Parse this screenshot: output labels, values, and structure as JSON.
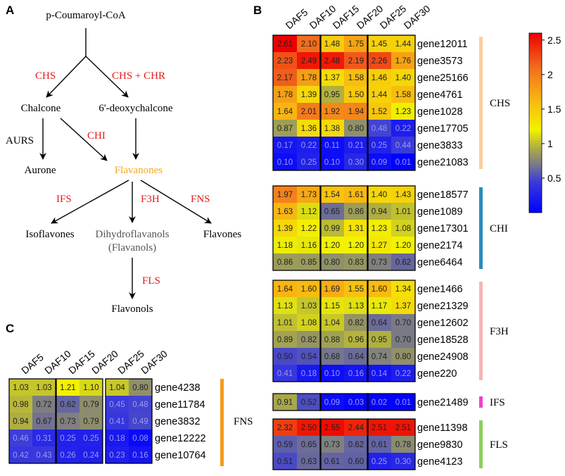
{
  "panel_labels": {
    "a": "A",
    "b": "B",
    "c": "C"
  },
  "pathway": {
    "nodes": {
      "coa": "p-Coumaroyl-CoA",
      "chalcone": "Chalcone",
      "deoxy": "6'-deoxychalcone",
      "aurone": "Aurone",
      "flavanones": "Flavanones",
      "isoflavones": "Isoflavones",
      "dihydro1": "Dihydroflavanols",
      "dihydro2": "(Flavanols)",
      "flavones": "Flavones",
      "flavonols": "Flavonols"
    },
    "enzymes": {
      "chs": "CHS",
      "chschr": "CHS + CHR",
      "aurs": "AURS",
      "chi": "CHI",
      "ifs": "IFS",
      "f3h": "F3H",
      "fns": "FNS",
      "fls": "FLS"
    },
    "colors": {
      "enzyme": "#e41a1c",
      "flavanones": "#f5a623",
      "text": "#000000",
      "muted": "#555555"
    }
  },
  "heatmap_b": {
    "columns": [
      "DAF5",
      "DAF10",
      "DAF15",
      "DAF20",
      "DAF25",
      "DAF30"
    ],
    "groups": [
      {
        "name": "CHS",
        "color": "#f9cf9f",
        "rows": [
          {
            "gene": "gene12011",
            "values": [
              2.61,
              2.1,
              1.48,
              1.75,
              1.45,
              1.44
            ]
          },
          {
            "gene": "gene3573",
            "values": [
              2.23,
              2.49,
              2.48,
              2.19,
              2.26,
              1.76
            ]
          },
          {
            "gene": "gene25166",
            "values": [
              2.17,
              1.78,
              1.37,
              1.58,
              1.46,
              1.4
            ]
          },
          {
            "gene": "gene4761",
            "values": [
              1.78,
              1.39,
              0.95,
              1.5,
              1.44,
              1.58
            ]
          },
          {
            "gene": "gene1028",
            "values": [
              1.64,
              2.01,
              1.92,
              1.94,
              1.52,
              1.23
            ]
          },
          {
            "gene": "gene17705",
            "values": [
              0.87,
              1.36,
              1.38,
              0.8,
              0.48,
              0.22
            ]
          },
          {
            "gene": "gene3833",
            "values": [
              0.17,
              0.22,
              0.11,
              0.21,
              0.25,
              0.44
            ]
          },
          {
            "gene": "gene21083",
            "values": [
              0.1,
              0.25,
              0.1,
              0.3,
              0.09,
              0.01
            ]
          }
        ]
      },
      {
        "name": "CHI",
        "color": "#2b8cbe",
        "rows": [
          {
            "gene": "gene18577",
            "values": [
              1.97,
              1.73,
              1.54,
              1.61,
              1.4,
              1.43
            ]
          },
          {
            "gene": "gene1089",
            "values": [
              1.63,
              1.12,
              0.65,
              0.86,
              0.94,
              1.01
            ]
          },
          {
            "gene": "gene17301",
            "values": [
              1.39,
              1.22,
              0.99,
              1.31,
              1.23,
              1.08
            ]
          },
          {
            "gene": "gene2174",
            "values": [
              1.18,
              1.16,
              1.2,
              1.2,
              1.27,
              1.2
            ]
          },
          {
            "gene": "gene6464",
            "values": [
              0.86,
              0.85,
              0.8,
              0.83,
              0.73,
              0.62
            ]
          }
        ]
      },
      {
        "name": "F3H",
        "color": "#f4b6b6",
        "rows": [
          {
            "gene": "gene1466",
            "values": [
              1.64,
              1.6,
              1.69,
              1.55,
              1.6,
              1.34
            ]
          },
          {
            "gene": "gene21329",
            "values": [
              1.13,
              1.03,
              1.15,
              1.13,
              1.17,
              1.37
            ]
          },
          {
            "gene": "gene12602",
            "values": [
              1.01,
              1.08,
              1.04,
              0.82,
              0.64,
              0.7
            ]
          },
          {
            "gene": "gene18528",
            "values": [
              0.89,
              0.82,
              0.88,
              0.96,
              0.95,
              0.7
            ]
          },
          {
            "gene": "gene24908",
            "values": [
              0.5,
              0.54,
              0.68,
              0.64,
              0.74,
              0.8
            ]
          },
          {
            "gene": "gene220",
            "values": [
              0.41,
              0.18,
              0.1,
              0.16,
              0.14,
              0.22
            ]
          }
        ]
      },
      {
        "name": "IFS",
        "color": "#f23fd2",
        "rows": [
          {
            "gene": "gene21489",
            "values": [
              0.91,
              0.52,
              0.09,
              0.03,
              0.02,
              0.01
            ]
          }
        ]
      },
      {
        "name": "FLS",
        "color": "#8ccf5a",
        "rows": [
          {
            "gene": "gene11398",
            "values": [
              2.32,
              2.5,
              2.55,
              2.44,
              2.51,
              2.51
            ]
          },
          {
            "gene": "gene9830",
            "values": [
              0.59,
              0.65,
              0.73,
              0.62,
              0.61,
              0.78
            ]
          },
          {
            "gene": "gene4123",
            "values": [
              0.51,
              0.63,
              0.61,
              0.6,
              0.25,
              0.3
            ]
          }
        ]
      }
    ]
  },
  "heatmap_c": {
    "columns": [
      "DAF5",
      "DAF10",
      "DAF15",
      "DAF20",
      "DAF25",
      "DAF30"
    ],
    "group": {
      "name": "FNS",
      "color": "#f59a1b"
    },
    "rows": [
      {
        "gene": "gene4238",
        "values": [
          1.03,
          1.03,
          1.21,
          1.1,
          1.04,
          0.8
        ]
      },
      {
        "gene": "gene11784",
        "values": [
          0.98,
          0.72,
          0.62,
          0.79,
          0.45,
          0.48
        ]
      },
      {
        "gene": "gene3832",
        "values": [
          0.94,
          0.67,
          0.73,
          0.79,
          0.41,
          0.49
        ]
      },
      {
        "gene": "gene12222",
        "values": [
          0.46,
          0.31,
          0.25,
          0.25,
          0.18,
          0.08
        ]
      },
      {
        "gene": "gene10764",
        "values": [
          0.42,
          0.43,
          0.26,
          0.24,
          0.23,
          0.16
        ]
      }
    ]
  },
  "colorbar": {
    "ticks": [
      {
        "label": "2.5",
        "value": 2.5
      },
      {
        "label": "2",
        "value": 2
      },
      {
        "label": "1.5",
        "value": 1.5
      },
      {
        "label": "1",
        "value": 1
      },
      {
        "label": "0.5",
        "value": 0.5
      }
    ],
    "min": 0.0,
    "max": 2.6,
    "stops": [
      {
        "v": 0.0,
        "c": "#0000ff"
      },
      {
        "v": 0.45,
        "c": "#3b3bdb"
      },
      {
        "v": 0.7,
        "c": "#7a7a86"
      },
      {
        "v": 0.95,
        "c": "#b0b040"
      },
      {
        "v": 1.2,
        "c": "#f2f200"
      },
      {
        "v": 1.6,
        "c": "#f8bb10"
      },
      {
        "v": 2.1,
        "c": "#f26d1e"
      },
      {
        "v": 2.6,
        "c": "#ee0000"
      }
    ]
  }
}
